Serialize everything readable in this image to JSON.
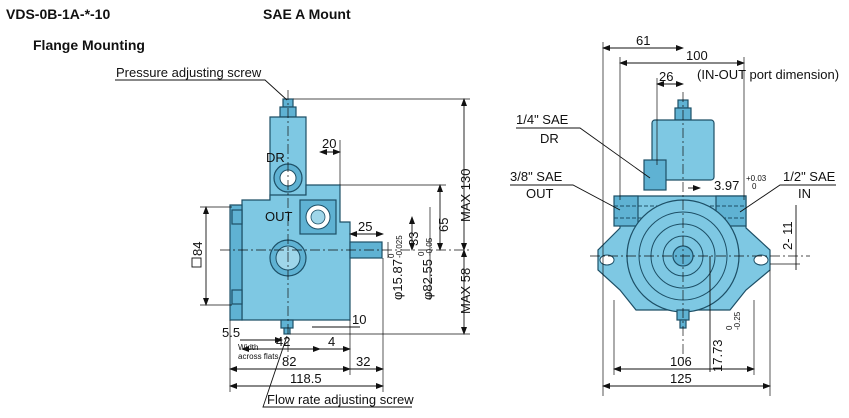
{
  "header": {
    "model": "VDS-0B-1A-*-10",
    "mount": "SAE A Mount",
    "flange": "Flange Mounting"
  },
  "left_view": {
    "pressure_screw": "Pressure adjusting screw",
    "flow_screw": "Flow rate adjusting screw",
    "dr": "DR",
    "out": "OUT",
    "d20": "20",
    "d25": "25",
    "d33": "33",
    "d65": "65",
    "max130": "MAX 130",
    "max58": "MAX 58",
    "sq84": "84",
    "phi_shaft": "φ15.87",
    "phi_shaft_tol_up": "0",
    "phi_shaft_tol_lo": "-0.025",
    "phi_pilot": "φ82.55",
    "phi_pilot_tol_up": "0",
    "phi_pilot_tol_lo": "-0.05",
    "d10": "10",
    "d5_5": "5.5",
    "width1": "Width",
    "width2": "across flats",
    "d42": "42",
    "d4": "4",
    "d82": "82",
    "d32": "32",
    "d118_5": "118.5"
  },
  "right_view": {
    "d61": "61",
    "d100": "100",
    "port_note": "(IN-OUT port dimension)",
    "d26": "26",
    "dr_size": "1/4\" SAE",
    "dr": "DR",
    "out_size": "3/8\" SAE",
    "out": "OUT",
    "key": "3.97",
    "key_tol_up": "+0.03",
    "key_tol_lo": "0",
    "in_size": "1/2\" SAE",
    "in": "IN",
    "holes": "2- 11",
    "d17_73": "17.73",
    "d17_tol_up": "0",
    "d17_tol_lo": "-0.25",
    "d106": "106",
    "d125": "125"
  }
}
